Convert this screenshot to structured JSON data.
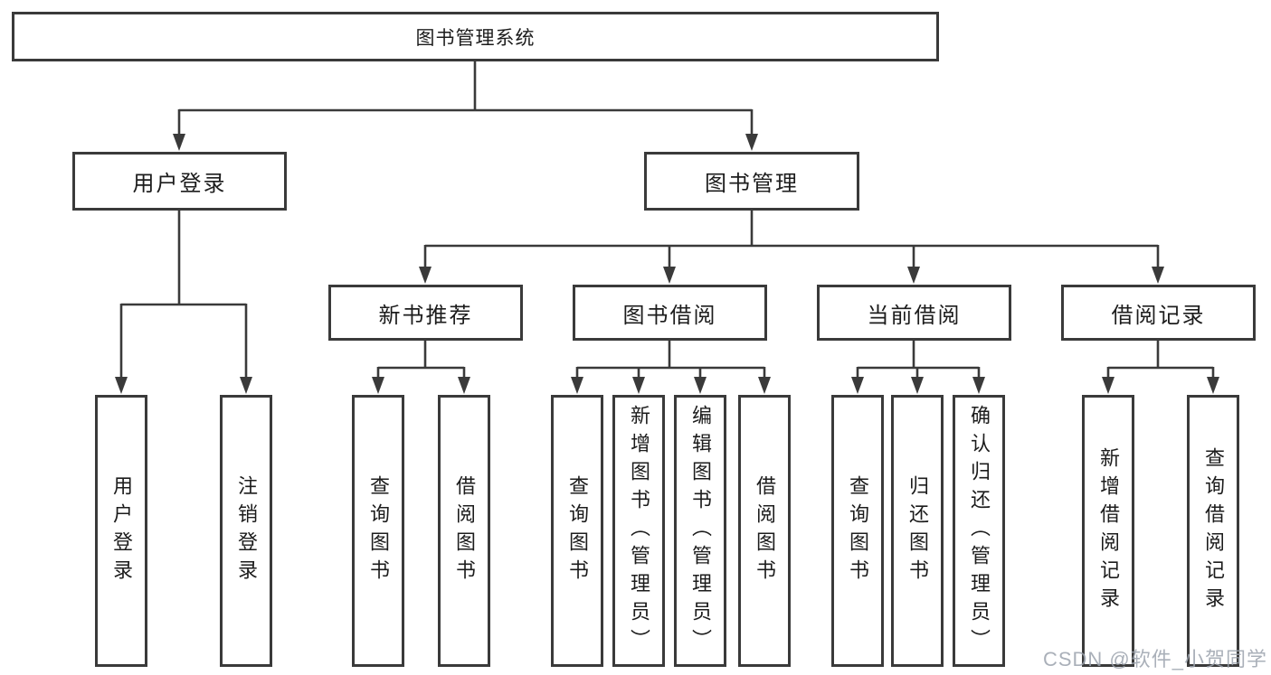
{
  "colors": {
    "line": "#3a3a3a",
    "box_border": "#3a3a3a",
    "text": "#1c1c1c",
    "background": "#ffffff",
    "watermark": "#9ba2ad"
  },
  "tree": {
    "root": {
      "label": "图书管理系统"
    },
    "branches": [
      {
        "label": "用户登录",
        "children": [
          {
            "label": "用户登录"
          },
          {
            "label": "注销登录"
          }
        ]
      },
      {
        "label": "图书管理",
        "children": [
          {
            "label": "新书推荐",
            "children": [
              {
                "label": "查询图书"
              },
              {
                "label": "借阅图书"
              }
            ]
          },
          {
            "label": "图书借阅",
            "children": [
              {
                "label": "查询图书"
              },
              {
                "label": "新增图书（管理员）"
              },
              {
                "label": "编辑图书（管理员）"
              },
              {
                "label": "借阅图书"
              }
            ]
          },
          {
            "label": "当前借阅",
            "children": [
              {
                "label": "查询图书"
              },
              {
                "label": "归还图书"
              },
              {
                "label": "确认归还（管理员）"
              }
            ]
          },
          {
            "label": "借阅记录",
            "children": [
              {
                "label": "新增借阅记录"
              },
              {
                "label": "查询借阅记录"
              }
            ]
          }
        ]
      }
    ]
  },
  "watermark": {
    "text": "CSDN @软件_小贺同学"
  }
}
